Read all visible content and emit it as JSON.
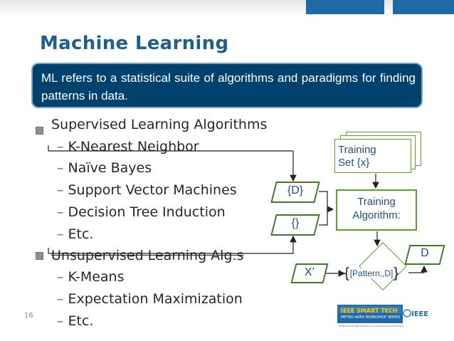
{
  "slide": {
    "title": "Machine Learning",
    "callout": "ML refers to a statistical suite of algorithms and paradigms for finding patterns in data.",
    "page_number": "16"
  },
  "bullets": [
    {
      "label": "Supervised Learning Algorithms",
      "items": [
        "K-Nearest Neighbor",
        "Naïve Bayes",
        "Support Vector Machines",
        "Decision Tree Induction",
        "Etc."
      ]
    },
    {
      "label": "Unsupervised Learning Alg.s",
      "items": [
        "K-Means",
        "Expectation Maximization",
        "Etc."
      ]
    }
  ],
  "diagram": {
    "training_set": "Training Set {x}",
    "training_set_line1": "Training",
    "training_set_line2": "Set {x}",
    "algo_line1": "Training",
    "algo_line2": "Algorithm:",
    "d_box": "{D}",
    "empty_box": "{}",
    "x_prime": "X’",
    "pattern": "[Pattern,,D]",
    "pattern_open": "{",
    "pattern_inner": "[Pattern,,D]",
    "pattern_close": "}",
    "d_out": "D"
  },
  "colors": {
    "title": "#1f5f8b",
    "callout_bg": "#00416d",
    "flow_border": "#5e9e2f",
    "flow_text": "#1f4f80"
  },
  "logo": {
    "text_top": "IEEE SMART TECH",
    "text_mid": "METRO AREA WORKSHOP SERIES",
    "text_bottom": "Professional Workshops in a Learning Environment",
    "brand": "IEEE"
  }
}
